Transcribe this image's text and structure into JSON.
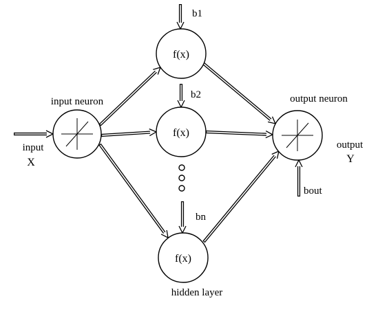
{
  "nodes": {
    "input_neuron": {
      "label": "input neuron"
    },
    "hidden_1": {
      "func": "f(x)",
      "bias": "b1"
    },
    "hidden_2": {
      "func": "f(x)",
      "bias": "b2"
    },
    "hidden_n": {
      "func": "f(x)",
      "bias": "bn"
    },
    "output_neuron": {
      "label": "output neuron",
      "bias": "bout"
    }
  },
  "labels": {
    "input": "input",
    "input_var": "X",
    "output": "output",
    "output_var": "Y",
    "hidden_layer": "hidden layer"
  },
  "colors": {
    "stroke": "#000000",
    "background": "#ffffff"
  }
}
